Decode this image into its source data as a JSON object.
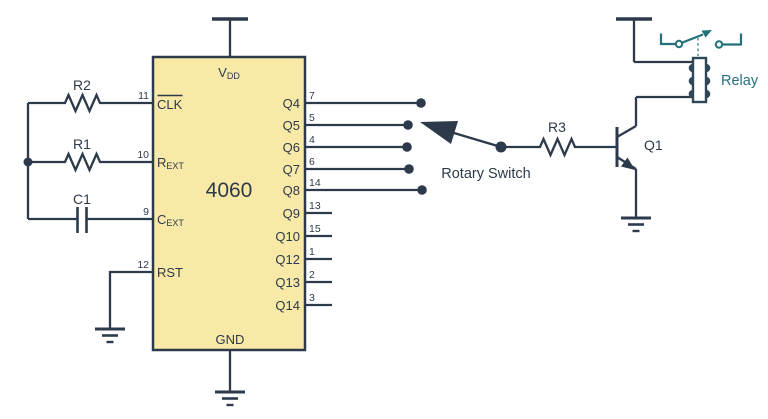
{
  "colors": {
    "wire": "#2d3a4b",
    "icfill": "#f9e9a6",
    "teal": "#26707c",
    "coil": "#2f4858"
  },
  "ic": {
    "name": "4060",
    "vdd": {
      "base": "V",
      "sub": "DD"
    },
    "gnd": "GND",
    "left_pins": [
      {
        "num": "11",
        "label": "CLK",
        "sub": ""
      },
      {
        "num": "10",
        "label": "R",
        "sub": "EXT"
      },
      {
        "num": "9",
        "label": "C",
        "sub": "EXT"
      },
      {
        "num": "12",
        "label": "RST",
        "sub": ""
      }
    ],
    "right_pins": [
      {
        "num": "7",
        "label": "Q4"
      },
      {
        "num": "5",
        "label": "Q5"
      },
      {
        "num": "4",
        "label": "Q6"
      },
      {
        "num": "6",
        "label": "Q7"
      },
      {
        "num": "14",
        "label": "Q8"
      },
      {
        "num": "13",
        "label": "Q9"
      },
      {
        "num": "15",
        "label": "Q10"
      },
      {
        "num": "1",
        "label": "Q12"
      },
      {
        "num": "2",
        "label": "Q13"
      },
      {
        "num": "3",
        "label": "Q14"
      }
    ]
  },
  "labels": {
    "r1": "R1",
    "r2": "R2",
    "r3": "R3",
    "c1": "C1",
    "q1": "Q1",
    "relay": "Relay",
    "rotary": "Rotary Switch"
  }
}
